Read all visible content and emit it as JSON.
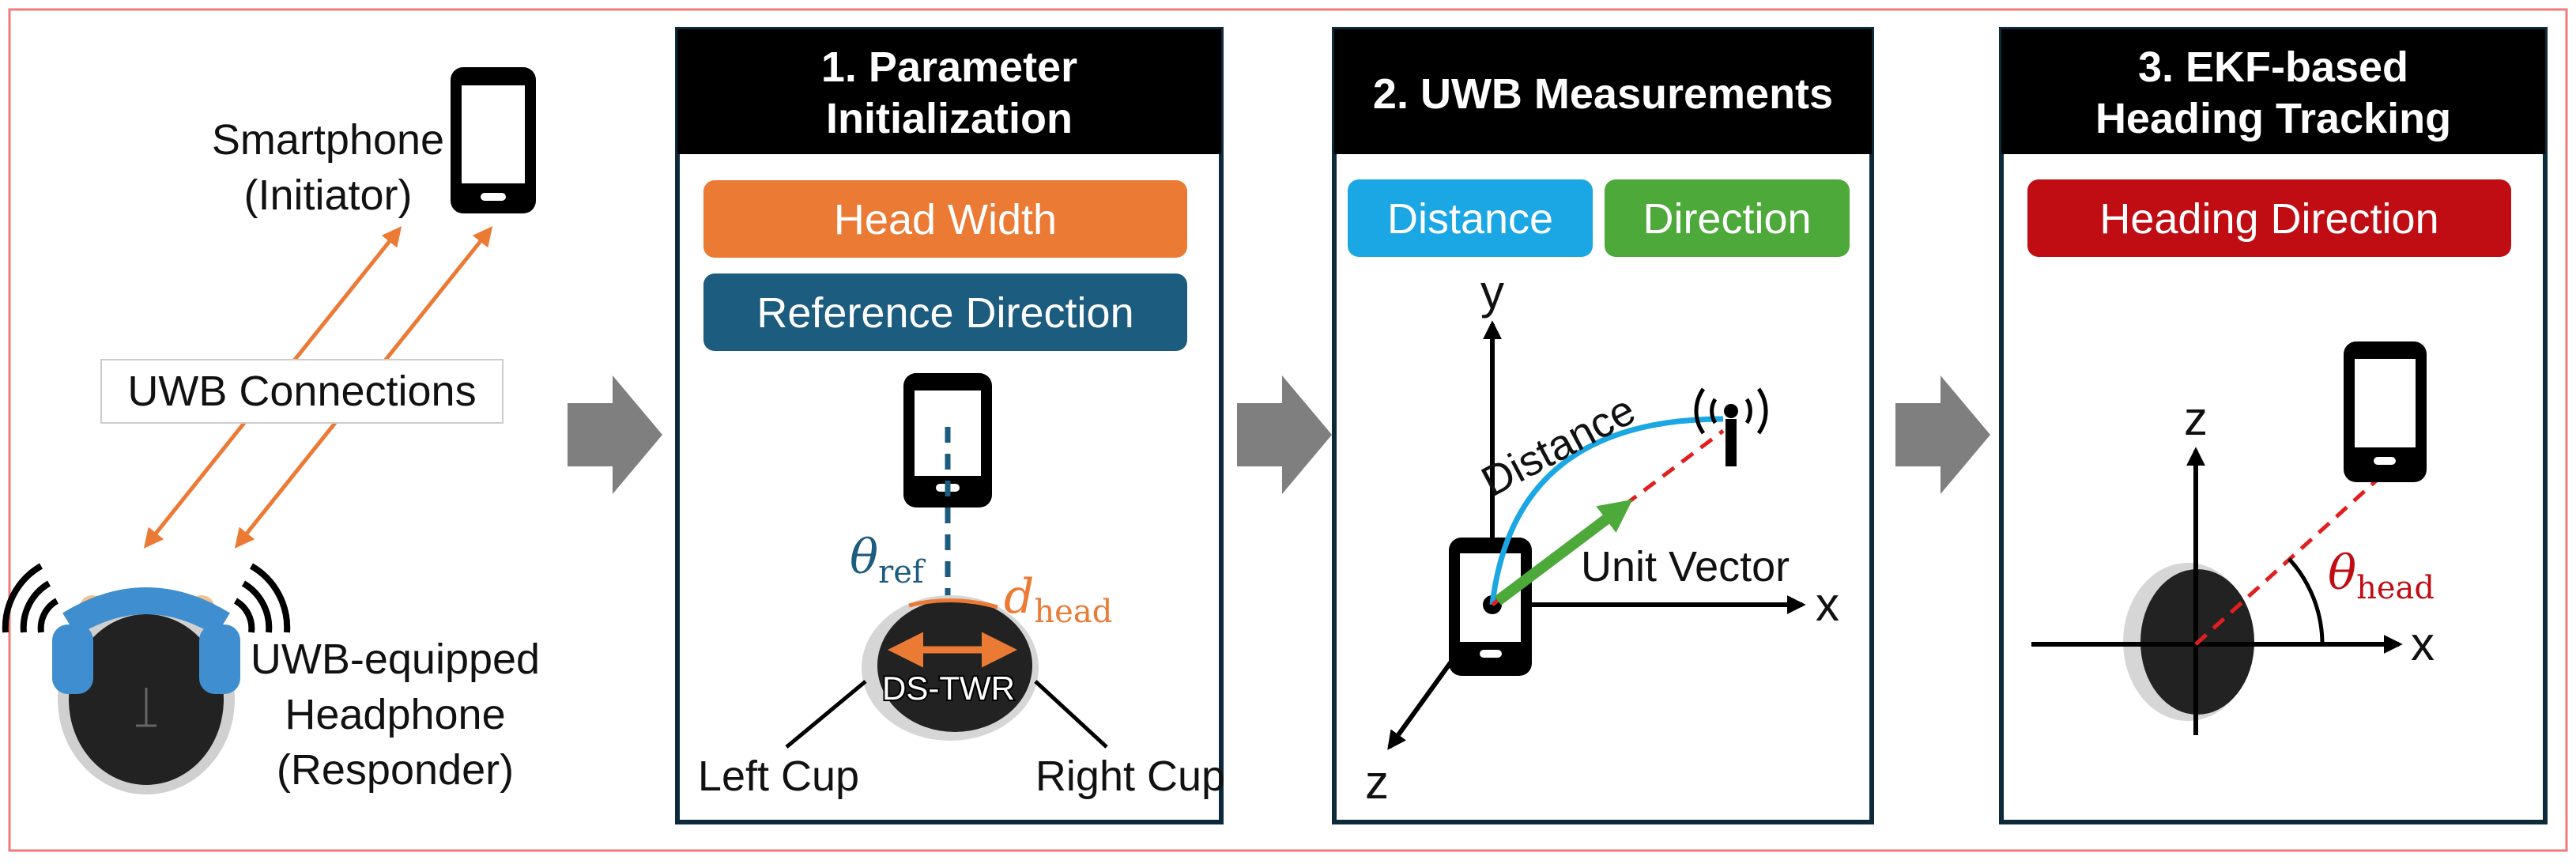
{
  "colors": {
    "orange": "#EB7A35",
    "navy": "#1B5C7F",
    "cyan": "#1AA7E4",
    "green": "#4DA93A",
    "red": "#C00D13",
    "panel_header": "#000000",
    "panel_border": "#0D2A3A",
    "frame": "#F07A7A",
    "arrow_gray": "#7F7F7F",
    "head": "#222222"
  },
  "left": {
    "smartphone_line1": "Smartphone",
    "smartphone_line2": "(Initiator)",
    "connections": "UWB Connections",
    "headphone_line1": "UWB-equipped",
    "headphone_line2": "Headphone",
    "headphone_line3": "(Responder)"
  },
  "panel1": {
    "title_line1": "1. Parameter",
    "title_line2": "Initialization",
    "pill_head_width": "Head Width",
    "pill_reference": "Reference Direction",
    "theta_symbol": "θ",
    "theta_sub": "ref",
    "d_symbol": "d",
    "d_sub": "head",
    "dstwr": "DS-TWR",
    "left_cup": "Left Cup",
    "right_cup": "Right Cup"
  },
  "panel2": {
    "title": "2. UWB Measurements",
    "pill_distance": "Distance",
    "pill_direction": "Direction",
    "axis_y": "y",
    "axis_x": "x",
    "axis_z": "z",
    "arc_label": "Distance",
    "vector_label": "Unit Vector"
  },
  "panel3": {
    "title_line1": "3. EKF-based",
    "title_line2": "Heading Tracking",
    "pill_heading": "Heading Direction",
    "axis_z": "z",
    "axis_x": "x",
    "theta_symbol": "θ",
    "theta_sub": "head"
  }
}
